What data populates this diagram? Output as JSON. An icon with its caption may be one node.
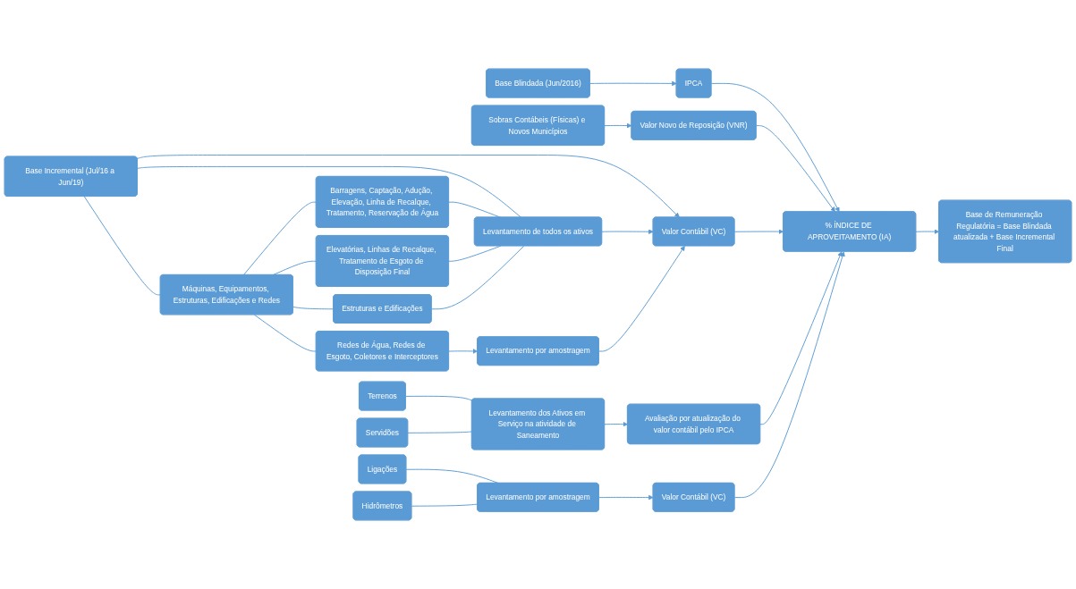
{
  "diagram": {
    "nodes": [
      {
        "text": [
          "Base Blindada (Jun/2016)"
        ]
      },
      {
        "text": [
          "IPCA"
        ]
      },
      {
        "text": [
          "Sobras Contábeis (Físicas) e Novos Municípios"
        ]
      },
      {
        "text": [
          "Valor Novo de Reposição (VNR)"
        ]
      },
      {
        "text": [
          "Base Incremental (Jul/16 a Jun/19)"
        ]
      },
      {
        "text": [
          "Valor Contábil (VC)"
        ]
      },
      {
        "text": [
          "Máquinas, Equipamentos, Estruturas, Edificações e Redes"
        ]
      },
      {
        "text": [
          "Barragens, Captação, Adução, Elevação, Linha de Recalque, Tratamento, Reservação de Água"
        ]
      },
      {
        "text": [
          "Elevatórias, Linhas de Recalque, Tratamento de Esgoto de Disposição Final"
        ]
      },
      {
        "text": [
          "Estruturas e Edificações"
        ]
      },
      {
        "text": [
          "Redes de Água, Redes de Esgoto, Coletores e Interceptores"
        ]
      },
      {
        "text": [
          "Levantamento de todos os ativos"
        ]
      },
      {
        "text": [
          "Levantamento por amostragem"
        ]
      },
      {
        "text": [
          "Terrenos"
        ]
      },
      {
        "text": [
          "Servidões"
        ]
      },
      {
        "text": [
          "Levantamento dos Ativos em Serviço na atividade de Saneamento"
        ]
      },
      {
        "text": [
          "Avaliação por atualização do valor contábil pelo IPCA"
        ]
      },
      {
        "text": [
          "Ligações"
        ]
      },
      {
        "text": [
          "Hidrômetros"
        ]
      },
      {
        "text": [
          "Levantamento por amostragem"
        ]
      },
      {
        "text": [
          "Valor Contábil (VC)"
        ]
      },
      {
        "text": [
          "% ÍNDICE DE APROVEITAMENTO (IA)"
        ]
      },
      {
        "text": [
          "Base de Remuneração Regulatória = Base Blindada atualizada + Base Incremental Final"
        ]
      }
    ],
    "edges": [
      {
        "from": 0,
        "to": 1,
        "arrow": "to"
      },
      {
        "from": 2,
        "to": 3,
        "arrow": "to"
      },
      {
        "from": 4,
        "to": 5,
        "arrow": "to"
      },
      {
        "from": 1,
        "to": 21,
        "arrow": "to"
      },
      {
        "from": 3,
        "to": 21,
        "arrow": "to"
      },
      {
        "from": 4,
        "to": 6,
        "arrow": "none"
      },
      {
        "from": 4,
        "to": 11,
        "arrow": "none"
      },
      {
        "from": 6,
        "to": 7,
        "arrow": "none"
      },
      {
        "from": 6,
        "to": 8,
        "arrow": "none"
      },
      {
        "from": 6,
        "to": 9,
        "arrow": "none"
      },
      {
        "from": 6,
        "to": 10,
        "arrow": "none"
      },
      {
        "from": 7,
        "to": 11,
        "arrow": "none"
      },
      {
        "from": 8,
        "to": 11,
        "arrow": "none"
      },
      {
        "from": 9,
        "to": 11,
        "arrow": "none"
      },
      {
        "from": 10,
        "to": 12,
        "arrow": "to"
      },
      {
        "from": 11,
        "to": 5,
        "arrow": "to"
      },
      {
        "from": 12,
        "to": 5,
        "arrow": "to"
      },
      {
        "from": 5,
        "to": 21,
        "arrow": "to"
      },
      {
        "from": 13,
        "to": 15,
        "arrow": "none"
      },
      {
        "from": 14,
        "to": 15,
        "arrow": "none"
      },
      {
        "from": 15,
        "to": 16,
        "arrow": "to"
      },
      {
        "from": 16,
        "to": 21,
        "arrow": "to"
      },
      {
        "from": 17,
        "to": 19,
        "arrow": "none"
      },
      {
        "from": 18,
        "to": 19,
        "arrow": "none"
      },
      {
        "from": 19,
        "to": 20,
        "arrow": "to"
      },
      {
        "from": 20,
        "to": 21,
        "arrow": "to"
      },
      {
        "from": 21,
        "to": 22,
        "arrow": "to"
      }
    ]
  }
}
